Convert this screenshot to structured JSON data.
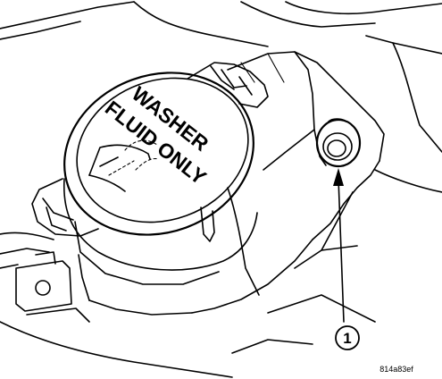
{
  "cap_label": {
    "line1": "WASHER",
    "line2": "FLUID ONLY"
  },
  "callout": {
    "number": "1"
  },
  "figure_id": "814a83ef",
  "icons": [
    "windshield-washer-symbol",
    "sensor-icon",
    "callout-arrow-icon"
  ]
}
